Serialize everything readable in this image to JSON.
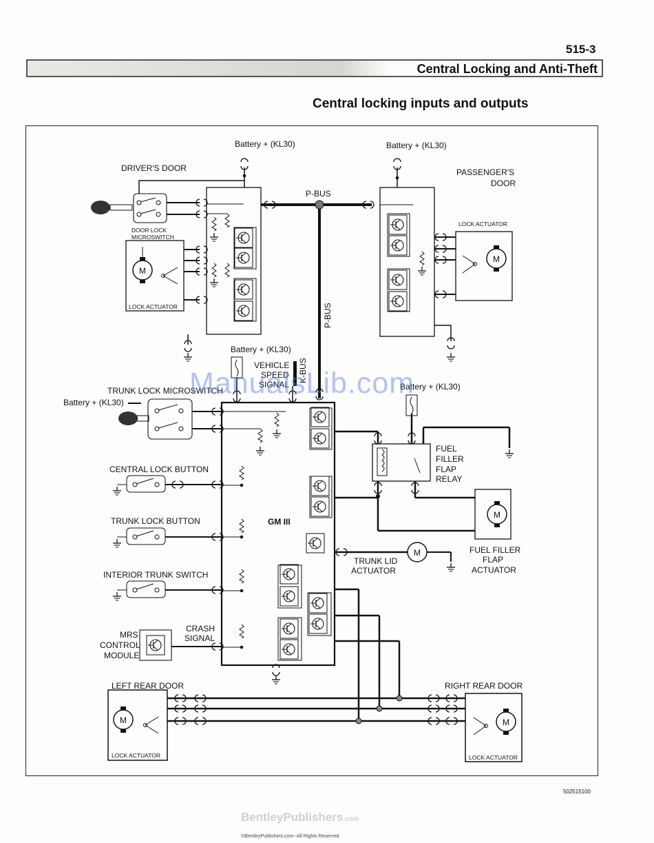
{
  "header": {
    "page_number": "515-3",
    "section_title": "Central Locking and Anti-Theft"
  },
  "diagram": {
    "title": "Central locking inputs and outputs",
    "labels": {
      "battery_1": "Battery + (KL30)",
      "battery_2": "Battery + (KL30)",
      "battery_3": "Battery + (KL30)",
      "battery_4": "Battery + (KL30)",
      "battery_5": "Battery + (KL30)",
      "drivers_door": "DRIVER'S DOOR",
      "passengers_door_1": "PASSENGER'S",
      "passengers_door_2": "DOOR",
      "pbus_horizontal": "P-BUS",
      "pbus_vertical": "P-BUS",
      "door_lock_microswitch_1": "DOOR LOCK",
      "door_lock_microswitch_2": "MICROSWITCH",
      "lock_actuator_driver": "LOCK ACTUATOR",
      "lock_actuator_passenger": "LOCK ACTUATOR",
      "lock_actuator_left_rear": "LOCK ACTUATOR",
      "lock_actuator_right_rear": "LOCK ACTUATOR",
      "vehicle_speed_1": "VEHICLE",
      "vehicle_speed_2": "SPEED",
      "vehicle_speed_3": "SIGNAL",
      "kbus": "K-BUS",
      "trunk_lock_microswitch": "TRUNK LOCK MICROSWITCH",
      "central_lock_button": "CENTRAL LOCK BUTTON",
      "trunk_lock_button": "TRUNK LOCK BUTTON",
      "interior_trunk_switch": "INTERIOR TRUNK SWITCH",
      "mrs_1": "MRS",
      "mrs_2": "CONTROL",
      "mrs_3": "MODULE",
      "crash_1": "CRASH",
      "crash_2": "SIGNAL",
      "gm3": "GM III",
      "fuel_relay_1": "FUEL",
      "fuel_relay_2": "FILLER",
      "fuel_relay_3": "FLAP",
      "fuel_relay_4": "RELAY",
      "fuel_actuator_1": "FUEL FILLER",
      "fuel_actuator_2": "FLAP",
      "fuel_actuator_3": "ACTUATOR",
      "trunk_lid_1": "TRUNK LID",
      "trunk_lid_2": "ACTUATOR",
      "left_rear_door": "LEFT REAR DOOR",
      "right_rear_door": "RIGHT REAR DOOR",
      "motor": "M"
    },
    "diagram_id": "502515100"
  },
  "watermark": "ManualsLib.com",
  "footer": {
    "brand": "BentleyPublishers",
    "brand_sub": ".com",
    "copyright": "©BentleyPublishers.com--All Rights Reserved"
  }
}
